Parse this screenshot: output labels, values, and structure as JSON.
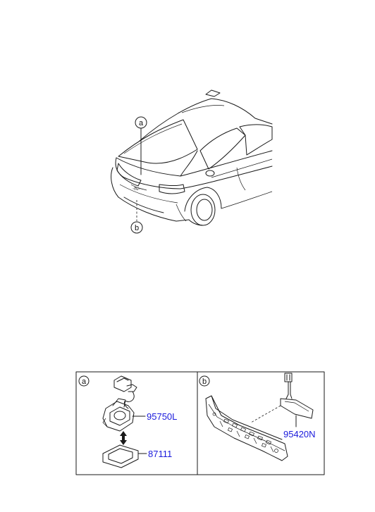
{
  "callouts": {
    "a": "a",
    "b": "b"
  },
  "panels": [
    {
      "letter": "a",
      "parts": [
        "95750L",
        "87111"
      ]
    },
    {
      "letter": "b",
      "parts": [
        "95420N"
      ]
    }
  ],
  "colors": {
    "line": "#1a1a1a",
    "part_number": "#1a1adc"
  }
}
